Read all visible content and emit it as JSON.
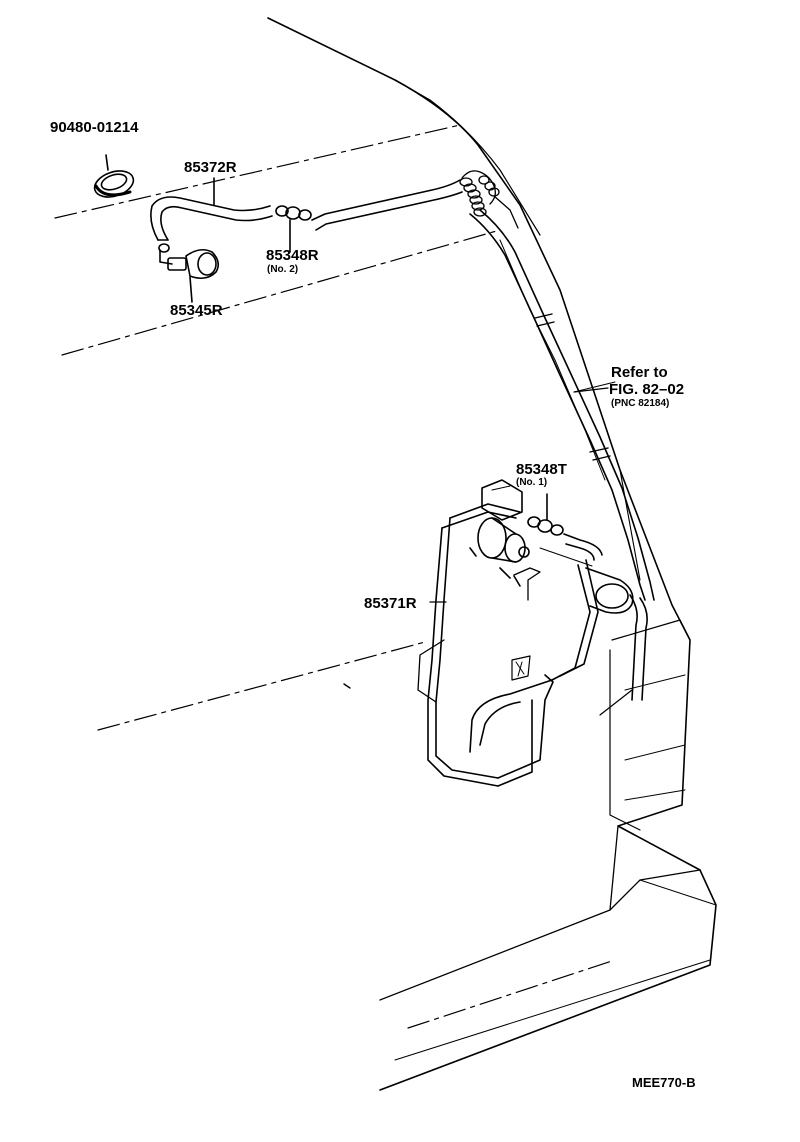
{
  "diagram": {
    "parts": {
      "grommet": "90480-01214",
      "hose_upper": "85372R",
      "valve_upper": "85348R",
      "valve_upper_note": "(No. 2)",
      "nozzle": "85345R",
      "valve_lower": "85348T",
      "valve_lower_note": "(No. 1)",
      "hose_lower": "85371R"
    },
    "reference": {
      "line1": "Refer to",
      "line2": "FIG. 82–02",
      "line3": "(PNC 82184)"
    },
    "drawing_code": "MEE770-B",
    "colors": {
      "ink": "#000000",
      "paper": "#ffffff"
    }
  }
}
